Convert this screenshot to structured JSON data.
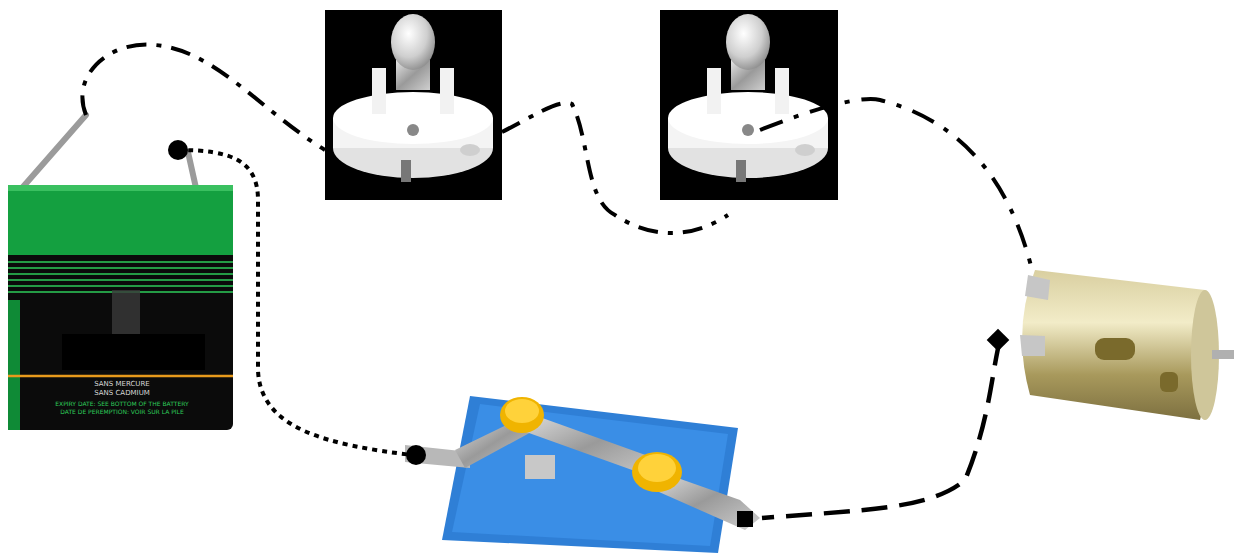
{
  "diagram": {
    "labels": [
      "SANS MERCURE",
      "SANS CADMIUM",
      "EXPIRY DATE: SEE BOTTOM OF THE BATTERY",
      "DATE DE PEREMPTION: VOIR SUR LA PILE"
    ]
  }
}
